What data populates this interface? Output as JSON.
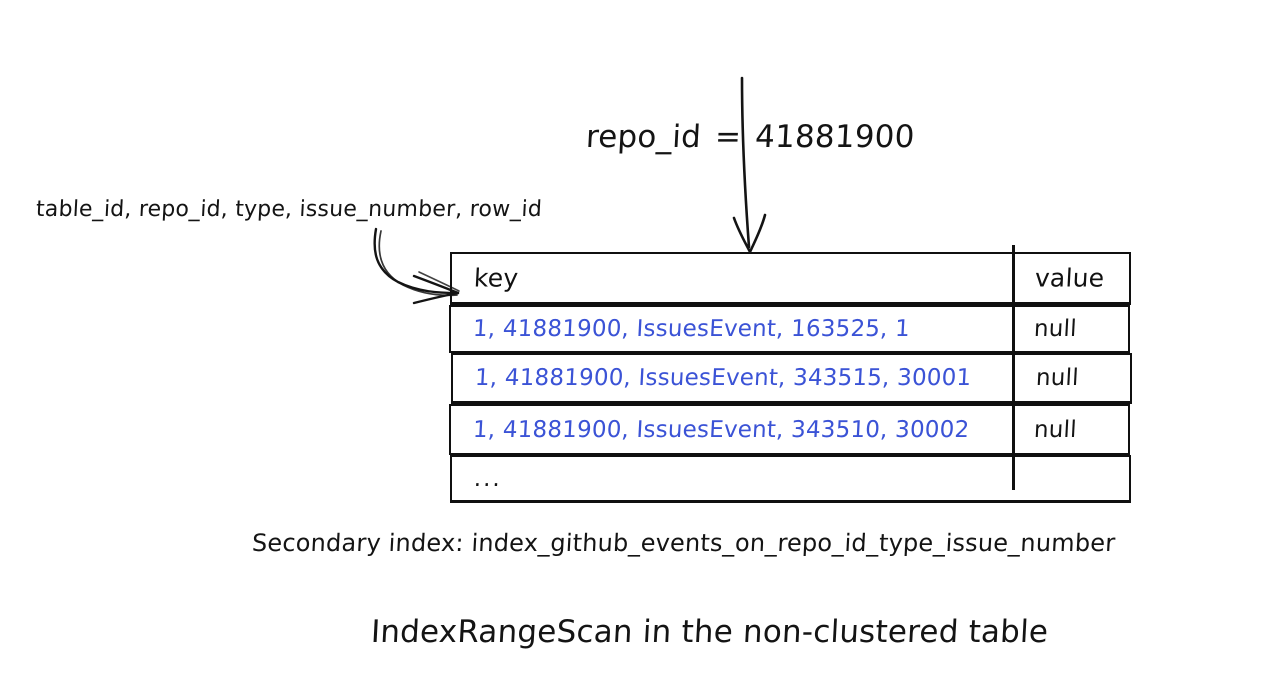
{
  "diagram": {
    "predicate": {
      "column": "repo_id",
      "operator": "=",
      "literal": "41881900",
      "full": "repo_id = 41881900"
    },
    "index_columns_label": "table_id, repo_id, type, issue_number, row_id",
    "secondary_index_caption": "Secondary index: index_github_events_on_repo_id_type_issue_number",
    "plan_caption": "IndexRangeScan in the non-clustered table",
    "colors": {
      "ink": "#141414",
      "key_text_blue": "#3b53d6",
      "background": "#ffffff"
    },
    "arrows": [
      {
        "name": "predicate-pointer-arrow",
        "from": "repo_id = 41881900",
        "to": "index-table"
      },
      {
        "name": "index-columns-pointer-arrow",
        "from": "table_id, repo_id, type, issue_number, row_id",
        "to": "key-column"
      }
    ]
  },
  "table": {
    "columns": [
      "key",
      "value"
    ],
    "rows": [
      {
        "key": "1, 41881900, IssuesEvent, 163525, 1",
        "value": "null"
      },
      {
        "key": "1, 41881900, IssuesEvent, 343515, 30001",
        "value": "null"
      },
      {
        "key": "1, 41881900, IssuesEvent, 343510, 30002",
        "value": "null"
      },
      {
        "key": "...",
        "value": ""
      }
    ]
  }
}
